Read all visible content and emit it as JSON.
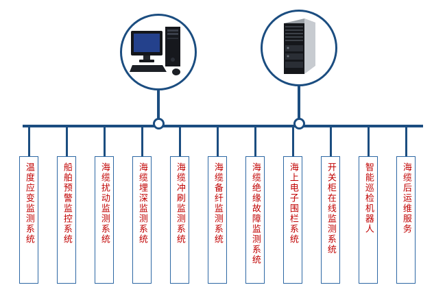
{
  "diagram": {
    "top_nodes": [
      {
        "name": "monitoring-workstation",
        "icon": "desktop-computer-icon"
      },
      {
        "name": "monitoring-server",
        "icon": "server-tower-icon"
      }
    ],
    "systems": [
      "温度应变监测系统",
      "船舶预警监控系统",
      "海缆扰动监测系统",
      "海缆埋深监测系统",
      "海缆冲刷监测系统",
      "海缆备纤监测系统",
      "海缆绝缘故障监测系统",
      "海上电子围栏系统",
      "开关柜在线监测系统",
      "智能巡检机器人",
      "海缆后运维服务"
    ],
    "colors": {
      "line": "#1b4d80",
      "box_border": "#2b66a3",
      "label_text": "#c00000"
    }
  }
}
